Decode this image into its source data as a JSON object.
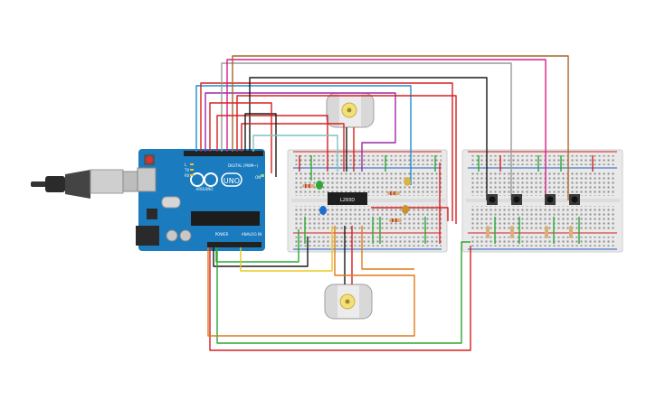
{
  "board": {
    "brand": "ARDUINO",
    "model": "UNO",
    "digital_label": "DIGITAL (PWM~)",
    "power_label": "POWER",
    "analog_label": "ANALOG IN",
    "tx_label": "TX",
    "rx_label": "RX",
    "led_label": "L",
    "on_label": "ON"
  },
  "driver_chip": {
    "label": "L293D"
  },
  "colors": {
    "board": "#1a7bbf",
    "breadboard": "#e9e9e9",
    "rail_red": "#d02020",
    "rail_blue": "#2060c0",
    "wire_red": "#d62020",
    "wire_blue": "#1c8ed0",
    "wire_purple": "#9a2aa8",
    "wire_black": "#1a1a1a",
    "wire_gray": "#9a9a9a",
    "wire_pink": "#d6208c",
    "wire_brown": "#a8652a",
    "wire_green": "#2aa832",
    "wire_orange": "#e07a1a",
    "wire_yellow": "#e8c81e",
    "wire_teal": "#7fc2c8"
  },
  "icons": [
    "motor-icon",
    "usb-cable-icon",
    "reset-button-icon",
    "power-jack-icon",
    "led-icon",
    "push-button-icon",
    "resistor-icon"
  ]
}
